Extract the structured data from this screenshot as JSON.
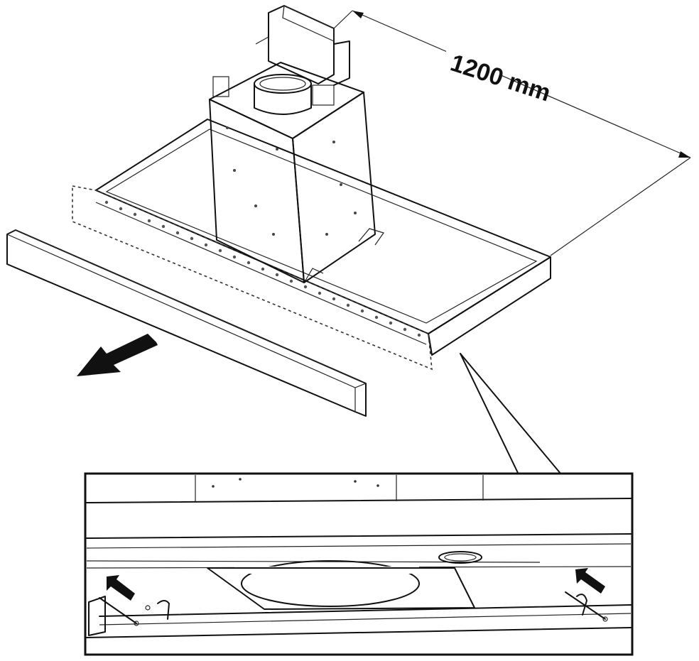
{
  "dimension": {
    "label": "1200 mm"
  },
  "colors": {
    "line": "#111111",
    "panel": "#b9b9b9",
    "highlight": "#d9d9d9",
    "arrow": "#111111"
  },
  "icons": [
    "remove-direction-arrow-icon",
    "insert-arrow-icon-left",
    "insert-arrow-icon-right"
  ]
}
